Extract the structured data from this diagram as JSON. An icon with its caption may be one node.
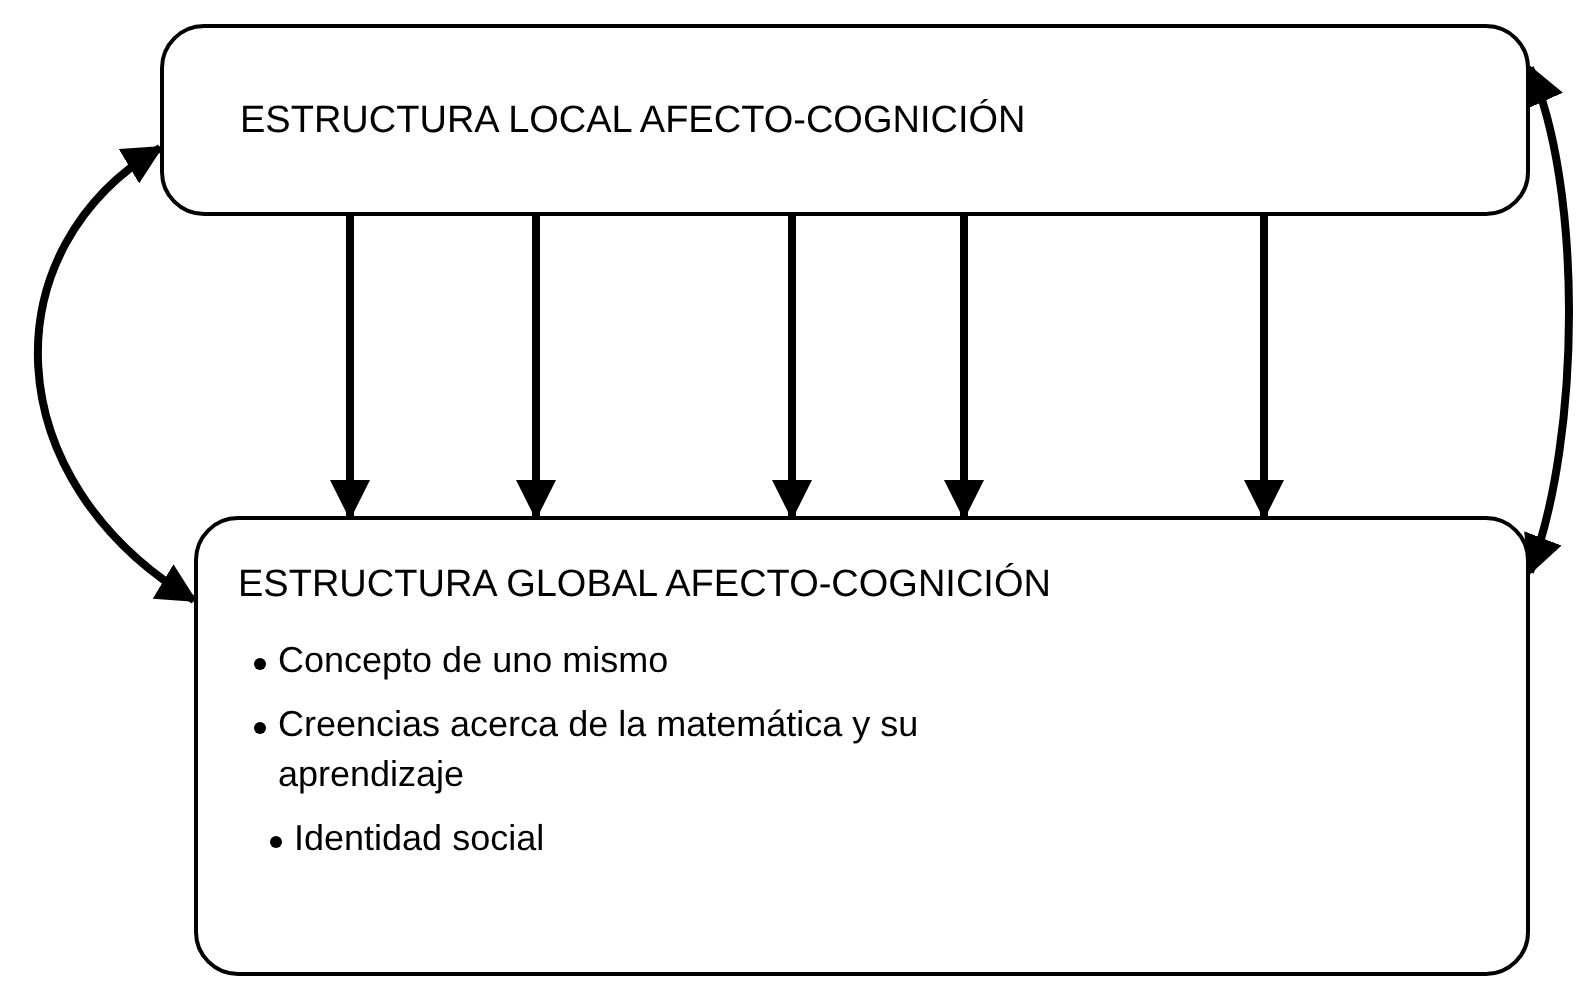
{
  "diagram": {
    "nodes": [
      {
        "text": [
          "ESTRUCTURA LOCAL AFECTO-COGNICIÓN"
        ]
      },
      {
        "text": [
          "ESTRUCTURA GLOBAL AFECTO-COGNICIÓN",
          "Concepto de uno mismo",
          "Creencias acerca de la matemática y su aprendizaje",
          "Identidad social"
        ]
      }
    ],
    "edges": [
      {
        "from": 0,
        "to": 1,
        "arrow": "to"
      },
      {
        "from": 0,
        "to": 1,
        "arrow": "to"
      },
      {
        "from": 0,
        "to": 1,
        "arrow": "to"
      },
      {
        "from": 0,
        "to": 1,
        "arrow": "to"
      },
      {
        "from": 0,
        "to": 1,
        "arrow": "to"
      },
      {
        "from": 0,
        "to": 1,
        "arrow": "both"
      },
      {
        "from": 0,
        "to": 1,
        "arrow": "both"
      }
    ]
  }
}
